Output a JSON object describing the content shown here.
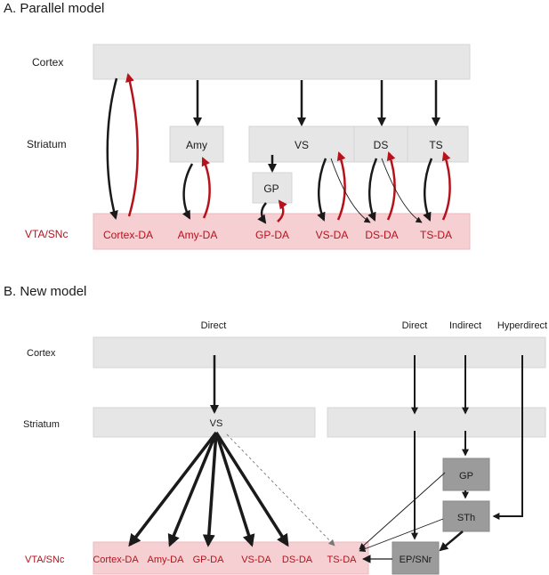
{
  "colors": {
    "dark": "#1a1a1a",
    "red": "#b5121b",
    "light_box": "#e6e6e6",
    "pink_box": "#f6cfd3",
    "dark_box": "#9b9b9b"
  },
  "panel_a": {
    "title": "A. Parallel model",
    "rows": {
      "cortex": "Cortex",
      "striatum": "Striatum",
      "vta": "VTA/SNc"
    },
    "boxes": {
      "amy": "Amy",
      "vs": "VS",
      "ds": "DS",
      "ts": "TS",
      "gp": "GP"
    },
    "da": [
      "Cortex-DA",
      "Amy-DA",
      "GP-DA",
      "VS-DA",
      "DS-DA",
      "TS-DA"
    ]
  },
  "panel_b": {
    "title": "B. New model",
    "headers": {
      "direct_left": "Direct",
      "direct_right": "Direct",
      "indirect": "Indirect",
      "hyperdirect": "Hyperdirect"
    },
    "rows": {
      "cortex": "Cortex",
      "striatum": "Striatum",
      "vta": "VTA/SNc"
    },
    "boxes": {
      "vs": "VS",
      "gp": "GP",
      "sth": "STh",
      "epsnr": "EP/SNr"
    },
    "da": [
      "Cortex-DA",
      "Amy-DA",
      "GP-DA",
      "VS-DA",
      "DS-DA",
      "TS-DA"
    ]
  }
}
